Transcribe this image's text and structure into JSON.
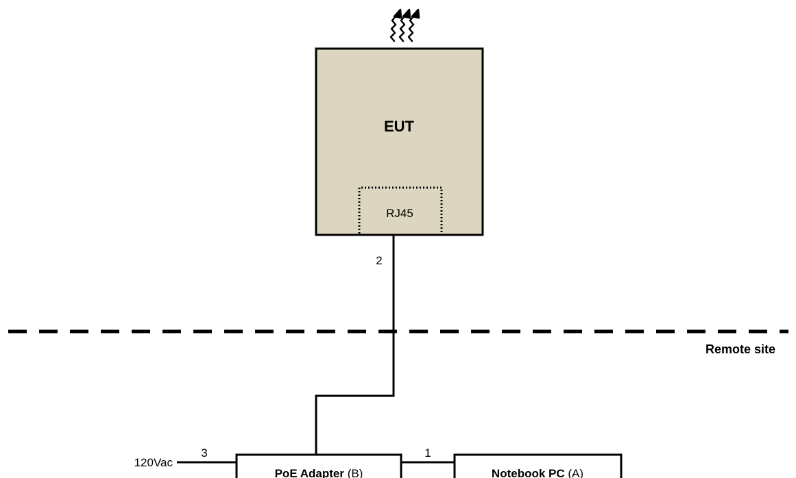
{
  "eut": {
    "label": "EUT",
    "port": "RJ45"
  },
  "cables": {
    "c1": "1",
    "c2": "2",
    "c3": "3"
  },
  "power": {
    "label": "120Vac"
  },
  "zone": {
    "label": "Remote site"
  },
  "poe_adapter": {
    "name": "PoE Adapter",
    "id": "(B)"
  },
  "notebook_pc": {
    "name": "Notebook PC",
    "id": "(A)"
  },
  "colors": {
    "eut_fill": "#dcd6c0",
    "stroke": "#000000",
    "background": "#ffffff"
  },
  "icons": {
    "radiation": "wireless-emission-icon"
  }
}
